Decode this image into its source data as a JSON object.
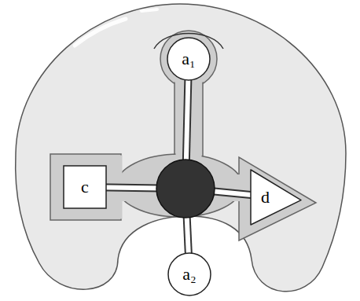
{
  "diagram": {
    "nodes": [
      {
        "text": [
          "a₁"
        ]
      },
      {
        "text": [
          "c"
        ]
      },
      {
        "text": [
          "d"
        ]
      },
      {
        "text": [
          "a₂"
        ]
      }
    ]
  }
}
